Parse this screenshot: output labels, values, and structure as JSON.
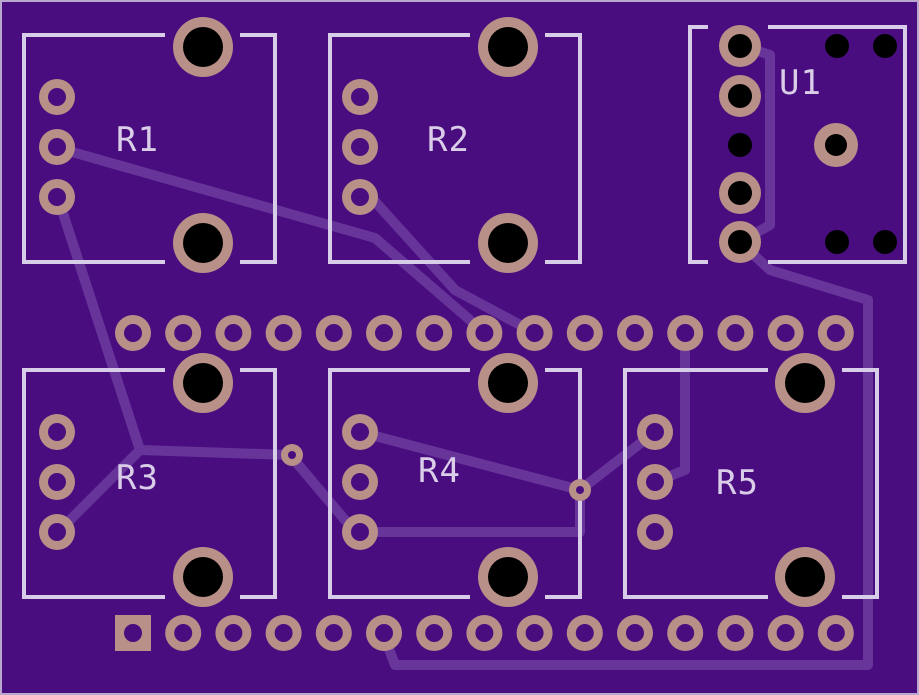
{
  "colors": {
    "board": "#4a0d80",
    "silkscreen": "#d8cde8",
    "trace": "#6e3aa0",
    "pad": "#b89088",
    "hole": "#000000"
  },
  "components": {
    "r1": {
      "ref": "R1",
      "type": "potentiometer"
    },
    "r2": {
      "ref": "R2",
      "type": "potentiometer"
    },
    "r3": {
      "ref": "R3",
      "type": "potentiometer"
    },
    "r4": {
      "ref": "R4",
      "type": "potentiometer"
    },
    "r5": {
      "ref": "R5",
      "type": "potentiometer"
    },
    "u1": {
      "ref": "U1",
      "type": "connector"
    }
  },
  "headers": {
    "top": {
      "pins": 15
    },
    "bottom": {
      "pins": 15,
      "pin1": "square"
    }
  }
}
